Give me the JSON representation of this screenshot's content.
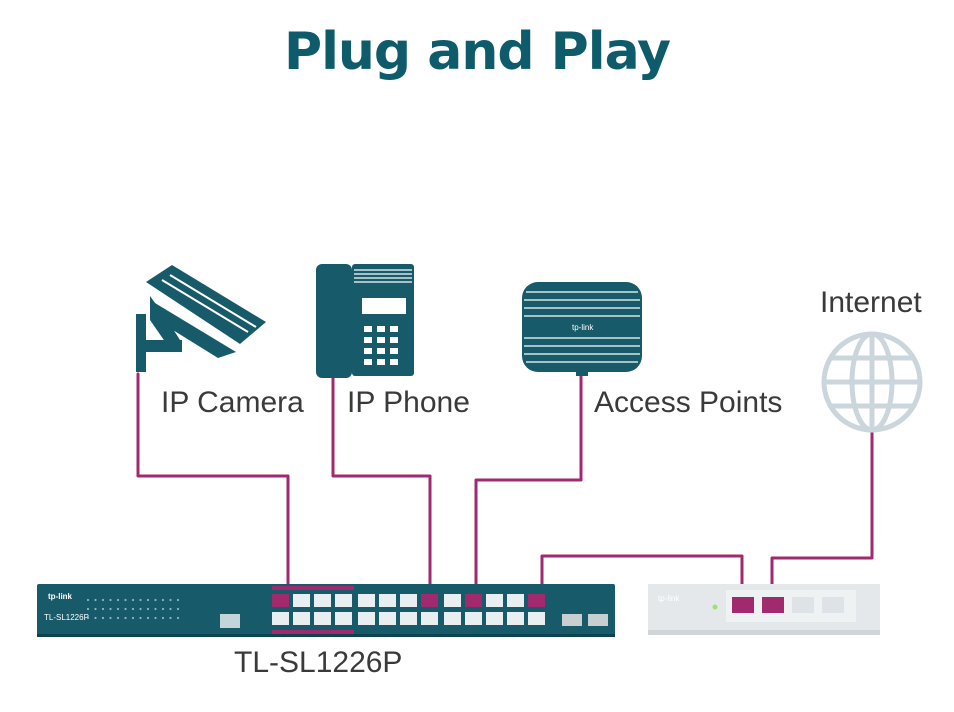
{
  "title": "Plug and Play",
  "labels": {
    "camera": "IP Camera",
    "phone": "IP Phone",
    "access_points": "Access Points",
    "internet": "Internet",
    "switch_model": "TL-SL1226P"
  },
  "device_brand": "tp-link",
  "switch_model_small": "TL-SL1226P",
  "colors": {
    "title": "#0d5b6b",
    "device_teal": "#175a6a",
    "cable": "#a12a6e",
    "router_gray": "#e4e8ea",
    "globe": "#cbd6dc",
    "label_text": "#3a3a3a"
  }
}
